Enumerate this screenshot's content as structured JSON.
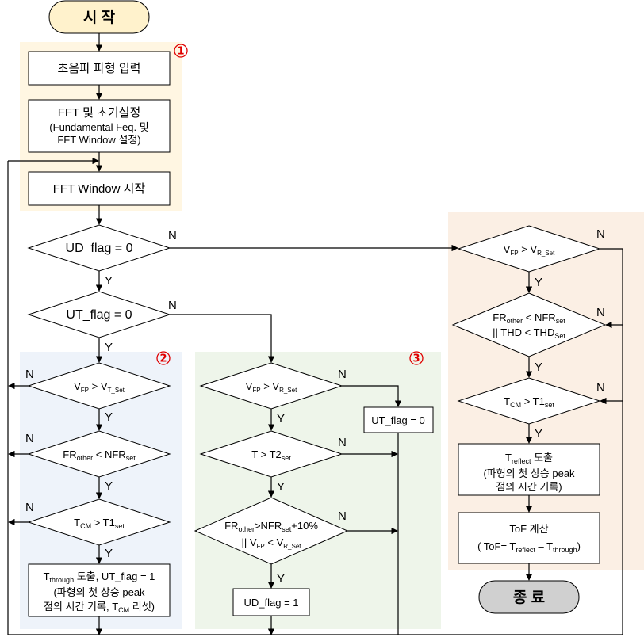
{
  "terminals": {
    "start": "시 작",
    "end": "종 료"
  },
  "regions": {
    "r1": "①",
    "r2": "②",
    "r3": "③"
  },
  "colors": {
    "region1": "#fff6e2",
    "region2": "#eef3fa",
    "region3": "#eef5ea",
    "region4": "#fbefe4",
    "terminal_start": "#fff2cc",
    "terminal_end": "#d0d0d0",
    "marker": "#e00000"
  },
  "labels": {
    "yes": "Y",
    "no": "N"
  },
  "process": {
    "input": "초음파 파형 입력",
    "fft_init_1": "FFT 및 초기설정",
    "fft_init_2": "(Fundamental Feq. 및",
    "fft_init_3": "FFT Window 설정)",
    "fft_start": "FFT Window 시작",
    "ut_flag_set": "UT_flag = 0",
    "ud_flag_set": "UD_flag = 1",
    "through_1_pre": "T",
    "through_1_sub": "through",
    "through_1_post": " 도출, UT_flag = 1",
    "through_2": "(파형의 첫 상승 peak",
    "through_3_pre": "점의 시간 기록, T",
    "through_3_sub": "CM",
    "through_3_post": " 리셋)",
    "reflect_1_pre": "T",
    "reflect_1_sub": "reflect",
    "reflect_1_post": " 도출",
    "reflect_2": "(파형의 첫 상승 peak",
    "reflect_3": "점의 시간 기록)",
    "tof_1": "ToF 계산",
    "tof_2_a": "( ToF= T",
    "tof_2_sub1": "reflect",
    "tof_2_b": " – T",
    "tof_2_sub2": "through",
    "tof_2_c": ")"
  },
  "decisions": {
    "ud_flag": "UD_flag = 0",
    "ut_flag": "UT_flag = 0",
    "d2a": {
      "a": "V",
      "a_sub": "FP",
      "op": " > ",
      "b": "V",
      "b_sub": "T_Set"
    },
    "d2b": {
      "a": "FR",
      "a_sub": "other",
      "op": " < ",
      "b": "NFR",
      "b_sub": "set"
    },
    "d2c": {
      "a": "T",
      "a_sub": "CM",
      "op": " > ",
      "b": "T1",
      "b_sub": "set"
    },
    "d3a": {
      "a": "V",
      "a_sub": "FP",
      "op": " > ",
      "b": "V",
      "b_sub": "R_Set"
    },
    "d3b": {
      "a": "T",
      "op": " > ",
      "b": "T2",
      "b_sub": "set"
    },
    "d3c_line1": {
      "a": "FR",
      "a_sub": "other",
      "op": ">",
      "b": "NFR",
      "b_sub": "set",
      "c": "+10%"
    },
    "d3c_line2": {
      "pre": "|| V",
      "a_sub": "FP",
      "op": " < ",
      "b": "V",
      "b_sub": "R_Set"
    },
    "d4a": {
      "a": "V",
      "a_sub": "FP",
      "op": " > ",
      "b": "V",
      "b_sub": "R_Set"
    },
    "d4b_line1": {
      "a": "FR",
      "a_sub": "other",
      "op": " < ",
      "b": "NFR",
      "b_sub": "set"
    },
    "d4b_line2": {
      "pre": "|| THD",
      "op": " < ",
      "b": "THD",
      "b_sub": "Set"
    },
    "d4c": {
      "a": "T",
      "a_sub": "CM",
      "op": " > ",
      "b": "T1",
      "b_sub": "set"
    }
  }
}
